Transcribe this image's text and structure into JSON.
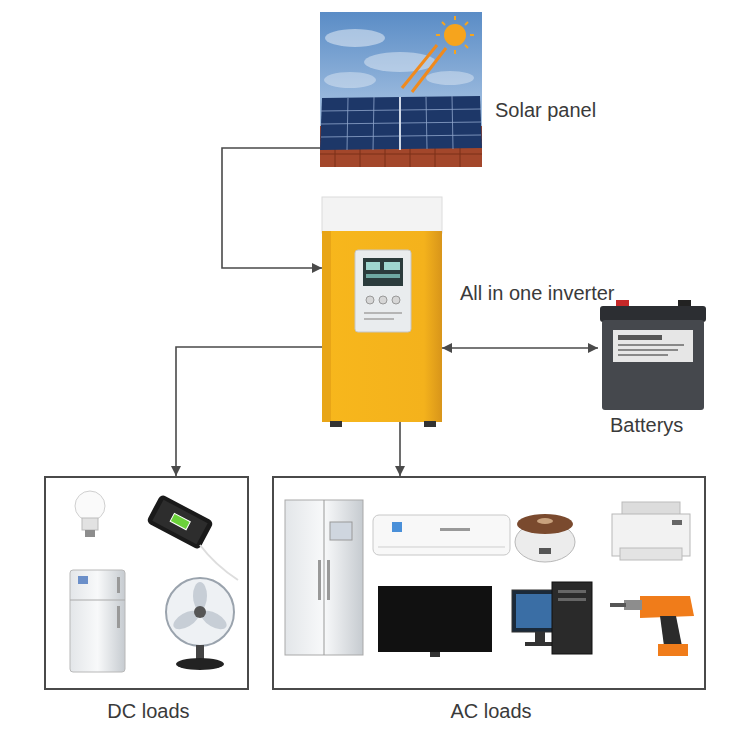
{
  "diagram": {
    "nodes": [
      {
        "text": [
          "Solar panel"
        ]
      },
      {
        "text": [
          "All in one inverter"
        ]
      },
      {
        "text": [
          "Batterys"
        ]
      },
      {
        "text": [
          "DC loads"
        ]
      },
      {
        "text": [
          "AC loads"
        ]
      }
    ],
    "edges": [
      {
        "from": 0,
        "to": 1,
        "arrow": "to"
      },
      {
        "from": 1,
        "to": 2,
        "arrow": "both"
      },
      {
        "from": 1,
        "to": 3,
        "arrow": "to"
      },
      {
        "from": 1,
        "to": 4,
        "arrow": "to"
      }
    ]
  }
}
